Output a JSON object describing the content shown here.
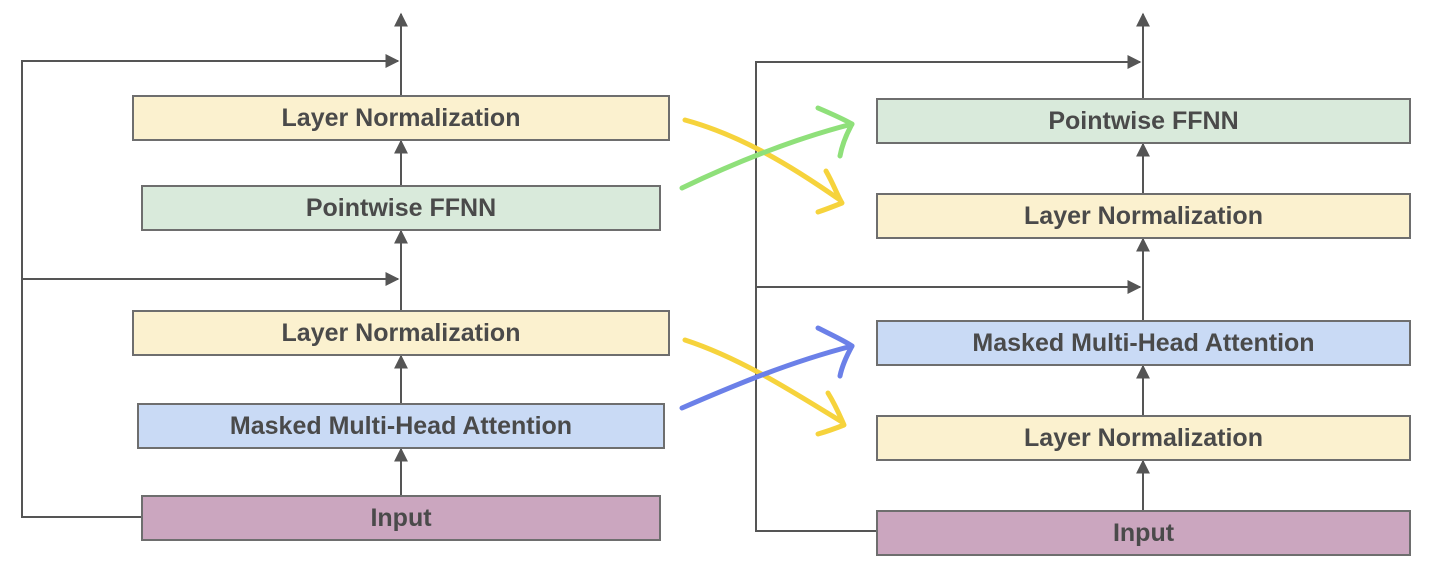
{
  "left_block": {
    "input_label": "Input",
    "attention_label": "Masked Multi-Head Attention",
    "norm1_label": "Layer Normalization",
    "ffnn_label": "Pointwise FFNN",
    "norm2_label": "Layer Normalization"
  },
  "right_block": {
    "input_label": "Input",
    "norm1_label": "Layer Normalization",
    "attention_label": "Masked Multi-Head Attention",
    "norm2_label": "Layer Normalization",
    "ffnn_label": "Pointwise FFNN"
  },
  "colors": {
    "layer_norm_fill": "#fbf1cf",
    "ffnn_fill": "#d9eadb",
    "attention_fill": "#c9daf5",
    "input_fill": "#cba6bf",
    "ffnn_move_arrow": "#8fe07a",
    "attention_move_arrow": "#6b80e8",
    "norm_move_arrow": "#f6d33c",
    "wire": "#555555"
  }
}
